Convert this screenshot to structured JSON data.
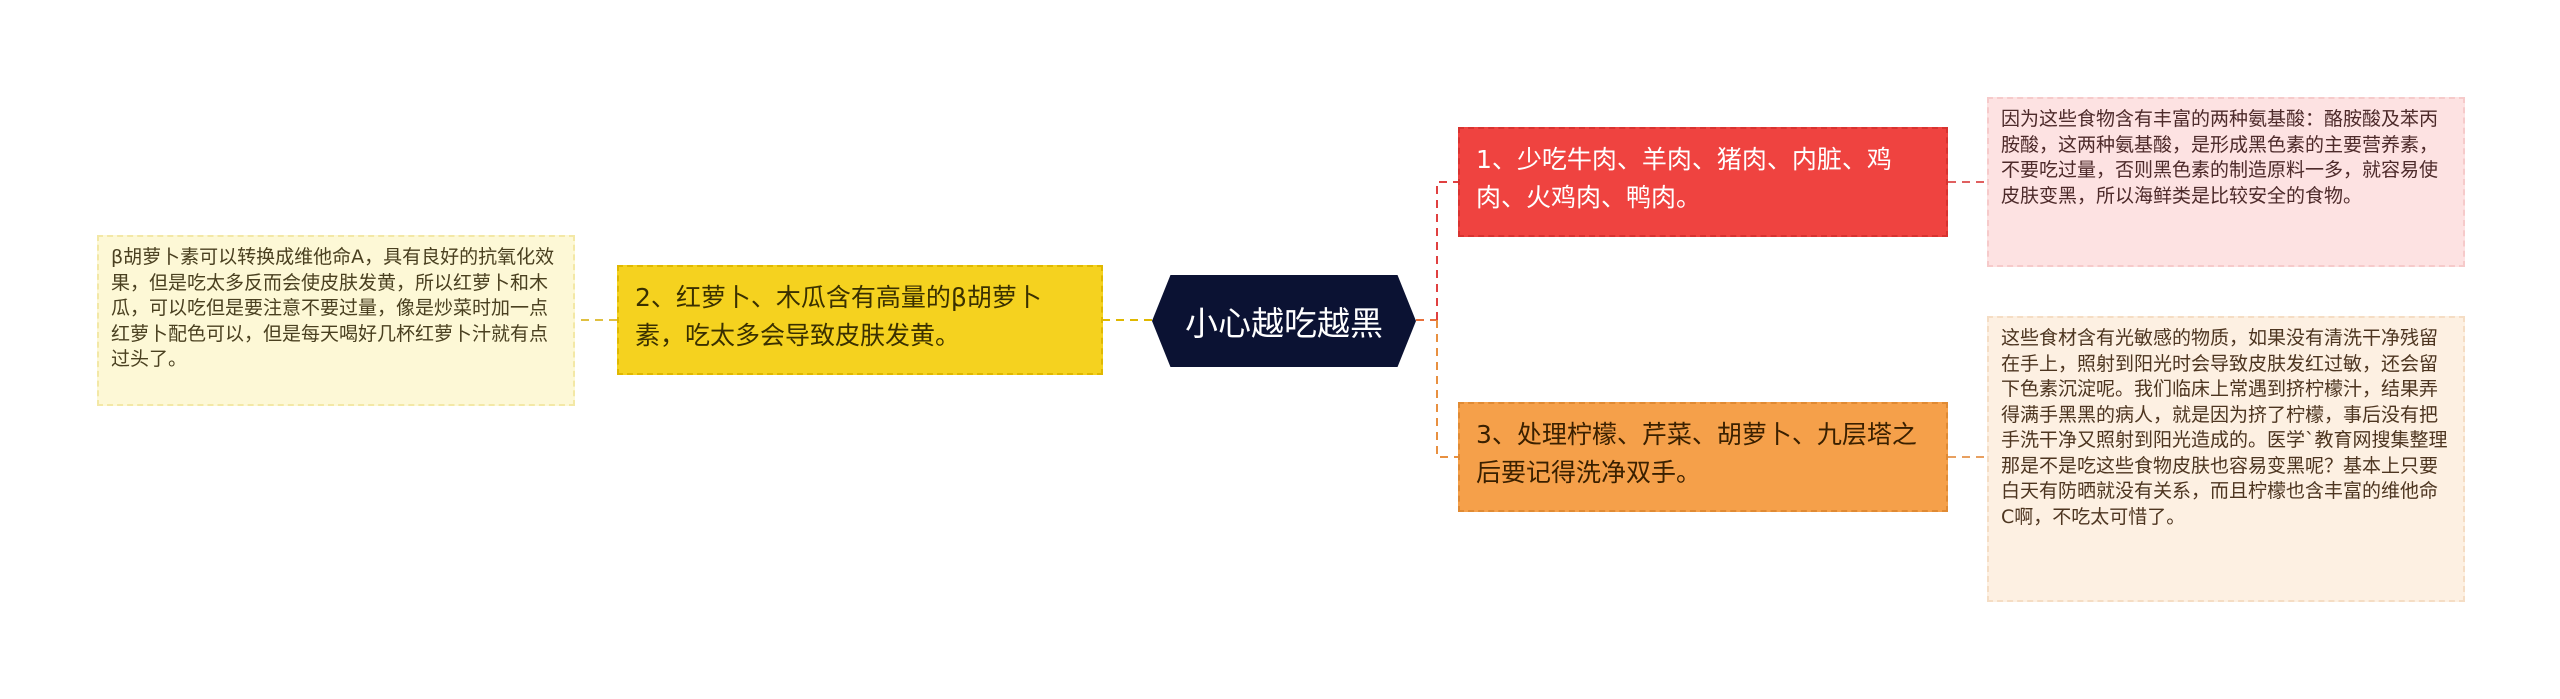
{
  "center": {
    "title": "小心越吃越黑",
    "color": "#0b1233"
  },
  "branches": {
    "left_main": {
      "text": "2、红萝卜、木瓜含有高量的β胡萝卜素，吃太多会导致皮肤发黄。",
      "color": "#f5d21f"
    },
    "left_detail": {
      "text": "β胡萝卜素可以转换成维他命A，具有良好的抗氧化效果，但是吃太多反而会使皮肤发黄，所以红萝卜和木瓜，可以吃但是要注意不要过量，像是炒菜时加一点红萝卜配色可以，但是每天喝好几杯红萝卜汁就有点过头了。",
      "color": "#fdf8d6"
    },
    "right_1": {
      "text": "1、少吃牛肉、羊肉、猪肉、内脏、鸡肉、火鸡肉、鸭肉。",
      "color": "#ef4340"
    },
    "right_1_detail": {
      "text": "因为这些食物含有丰富的两种氨基酸：酪胺酸及苯丙胺酸，这两种氨基酸，是形成黑色素的主要营养素，不要吃过量，否则黑色素的制造原料一多，就容易使皮肤变黑，所以海鲜类是比较安全的食物。",
      "color": "#fde2e2"
    },
    "right_3": {
      "text": "3、处理柠檬、芹菜、胡萝卜、九层塔之后要记得洗净双手。",
      "color": "#f5a04a"
    },
    "right_3_detail": {
      "text": "这些食材含有光敏感的物质，如果没有清洗干净残留在手上，照射到阳光时会导致皮肤发红过敏，还会留下色素沉淀呢。我们临床上常遇到挤柠檬汁，结果弄得满手黑黑的病人，就是因为挤了柠檬，事后没有把手洗干净又照射到阳光造成的。医学`教育网搜集整理那是不是吃这些食物皮肤也容易变黑呢？基本上只要白天有防晒就没有关系，而且柠檬也含丰富的维他命C啊，不吃太可惜了。",
      "color": "#fdf0e2"
    }
  }
}
